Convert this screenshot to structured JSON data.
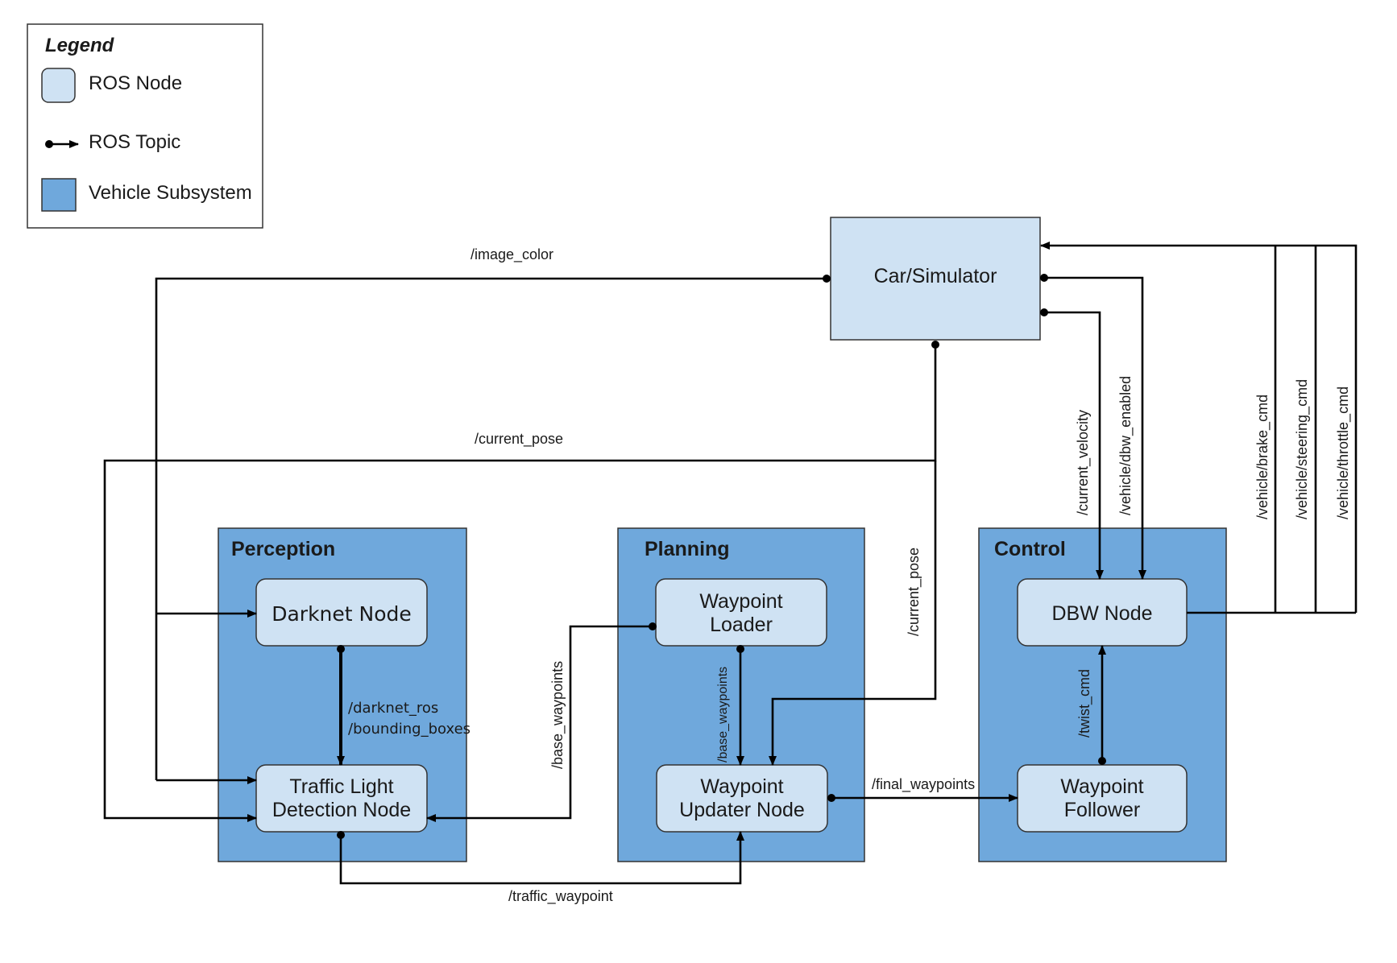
{
  "legend": {
    "title": "Legend",
    "node_label": "ROS Node",
    "topic_label": "ROS Topic",
    "subsystem_label": "Vehicle Subsystem"
  },
  "colors": {
    "node_fill": "#cfe2f3",
    "subsystem_fill": "#6fa8dc",
    "line": "#000000"
  },
  "subsystems": {
    "perception": "Perception",
    "planning": "Planning",
    "control": "Control"
  },
  "nodes": {
    "car_simulator": "Car/Simulator",
    "darknet": "Darknet Node",
    "traffic_light": [
      "Traffic Light",
      "Detection Node"
    ],
    "waypoint_loader": [
      "Waypoint",
      "Loader"
    ],
    "waypoint_updater": [
      "Waypoint",
      "Updater Node"
    ],
    "dbw": "DBW Node",
    "waypoint_follower": [
      "Waypoint",
      "Follower"
    ]
  },
  "topics": {
    "image_color": "/image_color",
    "current_pose": "/current_pose",
    "current_pose_vertical": "/current_pose",
    "current_velocity": "/current_velocity",
    "dbw_enabled": "/vehicle/dbw_enabled",
    "brake_cmd": "/vehicle/brake_cmd",
    "steering_cmd": "/vehicle/steering_cmd",
    "throttle_cmd": "/vehicle/throttle_cmd",
    "darknet_ros": "/darknet_ros",
    "bounding_boxes": "/bounding_boxes",
    "base_waypoints_outer": "/base_waypoints",
    "base_waypoints_inner": "/base_waypoints",
    "final_waypoints": "/final_waypoints",
    "twist_cmd": "/twist_cmd",
    "traffic_waypoint": "/traffic_waypoint"
  }
}
